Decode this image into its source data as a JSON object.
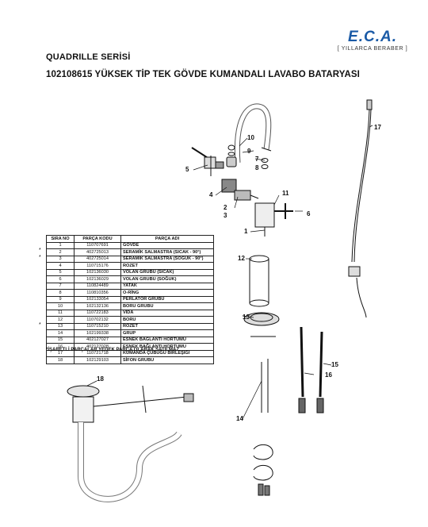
{
  "brand": {
    "logo_text": "E.C.A.",
    "tagline": "[ YILLARCA BERABER ]"
  },
  "header": {
    "series": "QUADRILLE SERİSİ",
    "product_title": "102108615 YÜKSEK TİP TEK GÖVDE KUMANDALI LAVABO BATARYASI"
  },
  "parts_table": {
    "columns": [
      "SIRA NO",
      "PARÇA KODU",
      "PARÇA ADI"
    ],
    "rows": [
      [
        "1",
        "110707691",
        "GÖVDE"
      ],
      [
        "2",
        "402725013",
        "SERAMİK SALMASTRA (SICAK - 90°)"
      ],
      [
        "3",
        "402725014",
        "SERAMİK SALMASTRA (SOĞUK - 90°)"
      ],
      [
        "4",
        "110715176",
        "ROZET"
      ],
      [
        "5",
        "102136030",
        "VOLAN GRUBU (SICAK)"
      ],
      [
        "6",
        "102136029",
        "VOLAN GRUBU (SOĞUK)"
      ],
      [
        "7",
        "110824489",
        "YATAK"
      ],
      [
        "8",
        "110810356",
        "O-RİNG"
      ],
      [
        "9",
        "102133054",
        "PERLATÖR GRUBU"
      ],
      [
        "10",
        "102132136",
        "BORU GRUBU"
      ],
      [
        "11",
        "110722183",
        "VİDA"
      ],
      [
        "12",
        "110702132",
        "BORU"
      ],
      [
        "13",
        "110715210",
        "ROZET"
      ],
      [
        "14",
        "102199338",
        "GRUP"
      ],
      [
        "15",
        "402127027",
        "ESNEK BAĞLANTI HORTUMU"
      ],
      [
        "16",
        "402127028",
        "ESNEK BAĞLANTI HORTUMU"
      ],
      [
        "17",
        "110721718",
        "KUMANDA ÇUBUĞU BİRLEŞİĞİ"
      ],
      [
        "18",
        "102129103",
        "SİFON GRUBU"
      ]
    ],
    "starred_rows": [
      2,
      3,
      13
    ]
  },
  "footnote": "*İŞARETLİ PARÇALAR YEDEK PARÇA OLARAK SATILMAZ.",
  "callouts": [
    "1",
    "2",
    "3",
    "4",
    "5",
    "6",
    "7",
    "8",
    "9",
    "10",
    "11",
    "12",
    "13",
    "14",
    "15",
    "16",
    "17",
    "18"
  ]
}
